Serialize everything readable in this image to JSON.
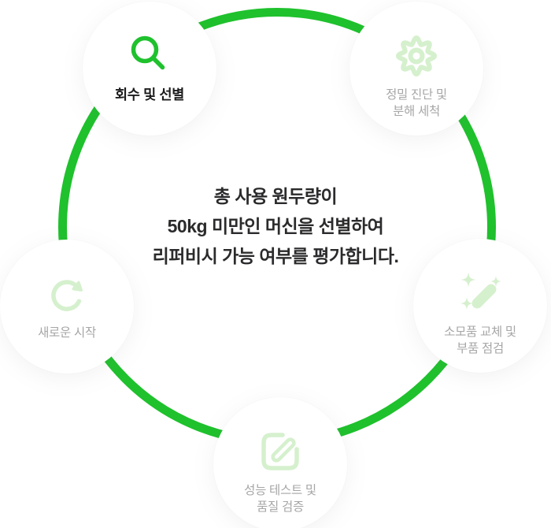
{
  "palette": {
    "accent_green": "#1FC12D",
    "soft_green": "#D5F0CD",
    "label_inactive": "#A6A6A6",
    "label_active": "#1C1C1E",
    "center_text_color": "#2B2B2D",
    "node_background": "#FFFFFF"
  },
  "center_text": {
    "lines": [
      "총 사용 원두량이",
      "50kg 미만인 머신을 선별하여",
      "리퍼비시 가능 여부를 평가합니다."
    ]
  },
  "steps": [
    {
      "id": "recover",
      "icon": "magnifier-icon",
      "active": true,
      "label_lines": [
        "회수 및 선별"
      ]
    },
    {
      "id": "diagnose",
      "icon": "gear-icon",
      "active": false,
      "label_lines": [
        "정밀 진단 및",
        "분해 세척"
      ]
    },
    {
      "id": "parts",
      "icon": "magic-wand-icon",
      "active": false,
      "label_lines": [
        "소모품 교체 및",
        "부품 점검"
      ]
    },
    {
      "id": "test",
      "icon": "edit-icon",
      "active": false,
      "label_lines": [
        "성능 테스트 및",
        "품질 검증"
      ]
    },
    {
      "id": "restart",
      "icon": "refresh-icon",
      "active": false,
      "label_lines": [
        "새로운 시작"
      ]
    }
  ]
}
